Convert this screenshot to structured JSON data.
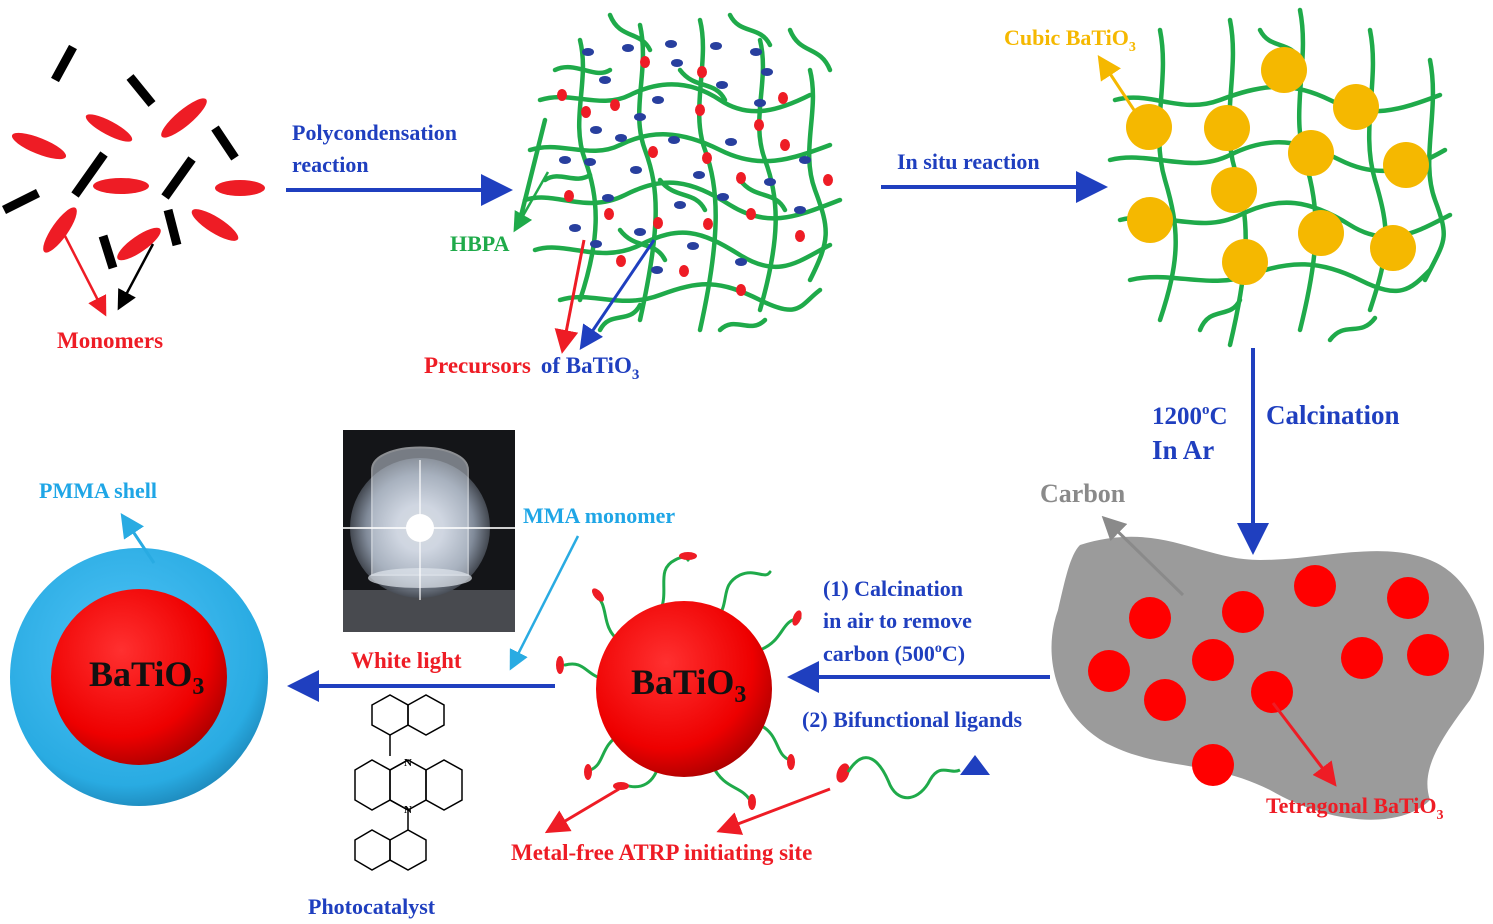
{
  "colors": {
    "red": "#ee1c25",
    "blue": "#1f3fbf",
    "green": "#1faa4a",
    "gold": "#f5b800",
    "gray": "#9b9b9b",
    "cyan": "#29abe2",
    "black": "#000000"
  },
  "labels": {
    "monomers": "Monomers",
    "polycondensation": "Polycondensation",
    "reaction": "reaction",
    "hbpa": "HBPA",
    "precursors": "Precursors",
    "of_batio3": "of BaTiO",
    "in_situ": "In situ reaction",
    "cubic": "Cubic BaTiO",
    "temp": "1200",
    "temp_unit": "C",
    "in_ar": "In Ar",
    "calcination": "Calcination",
    "carbon": "Carbon",
    "tetragonal": "Tetragonal BaTiO",
    "step1_line1": "(1)  Calcination",
    "step1_line2": "in air to remove",
    "step1_line3": "carbon (500",
    "step1_line3_end": "C)",
    "step2": "(2) Bifunctional ligands",
    "atrp": "Metal-free ATRP initiating site",
    "white_light": "White light",
    "mma": "MMA monomer",
    "photocatalyst": "Photocatalyst",
    "pmma": "PMMA shell",
    "core_main": "BaTiO",
    "sub3": "3",
    "sup_o": "o",
    "n_atom": "N"
  }
}
